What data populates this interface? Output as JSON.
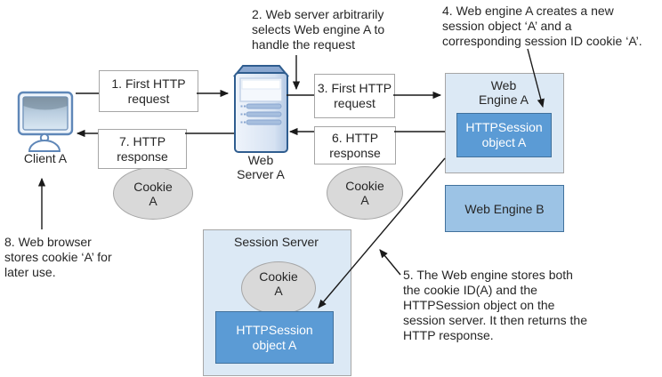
{
  "colors": {
    "accent_blue": "#5b9bd5",
    "container_light_blue": "#dce9f5",
    "engine_b_blue": "#9cc3e5",
    "cookie_gray": "#d9d9d9",
    "border_gray": "#a6a6a6",
    "border_dark_blue": "#41719c",
    "line_black": "#1a1a1a"
  },
  "nodes": {
    "client": {
      "label": "Client A"
    },
    "web_server": {
      "label": "Web\nServer A"
    },
    "web_engine_a": {
      "title": "Web\nEngine A",
      "session_object": "HTTPSession\nobject A"
    },
    "web_engine_b": {
      "label": "Web Engine B"
    },
    "session_server": {
      "title": "Session Server",
      "cookie": "Cookie\nA",
      "session_object": "HTTPSession\nobject A"
    }
  },
  "messages": {
    "step1": "1. First HTTP\nrequest",
    "step3": "3. First HTTP\nrequest",
    "step6": "6. HTTP\nresponse",
    "step7": "7. HTTP\nresponse"
  },
  "cookies": {
    "client_side": "Cookie\nA",
    "server_side": "Cookie\nA"
  },
  "annotations": {
    "step2": "2. Web server arbitrarily\nselects Web engine A to\nhandle the request",
    "step4": "4. Web engine A creates a new\nsession object ‘A’ and a\ncorresponding  session ID cookie ‘A’.",
    "step5": "5. The Web engine stores both\nthe cookie ID(A) and the\nHTTPSession object on the\nsession server. It then returns the\nHTTP response.",
    "step8": "8. Web browser\nstores cookie ‘A’  for\nlater use."
  }
}
